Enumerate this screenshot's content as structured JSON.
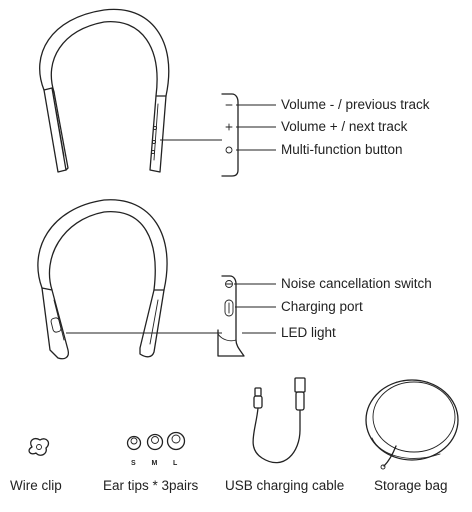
{
  "callouts_top": [
    {
      "label": "Volume - / previous track"
    },
    {
      "label": "Volume + / next track"
    },
    {
      "label": "Multi-function button"
    }
  ],
  "callouts_bottom": [
    {
      "label": "Noise cancellation switch"
    },
    {
      "label": "Charging port"
    },
    {
      "label": "LED light"
    }
  ],
  "accessories": [
    {
      "label": "Wire clip",
      "icon": "wire-clip-icon"
    },
    {
      "label": "Ear tips * 3pairs",
      "icon": "ear-tips-icon",
      "sizes": [
        "S",
        "M",
        "L"
      ]
    },
    {
      "label": "USB charging cable",
      "icon": "usb-cable-icon"
    },
    {
      "label": "Storage bag",
      "icon": "storage-bag-icon"
    }
  ],
  "colors": {
    "line": "#222222",
    "background": "#ffffff"
  }
}
